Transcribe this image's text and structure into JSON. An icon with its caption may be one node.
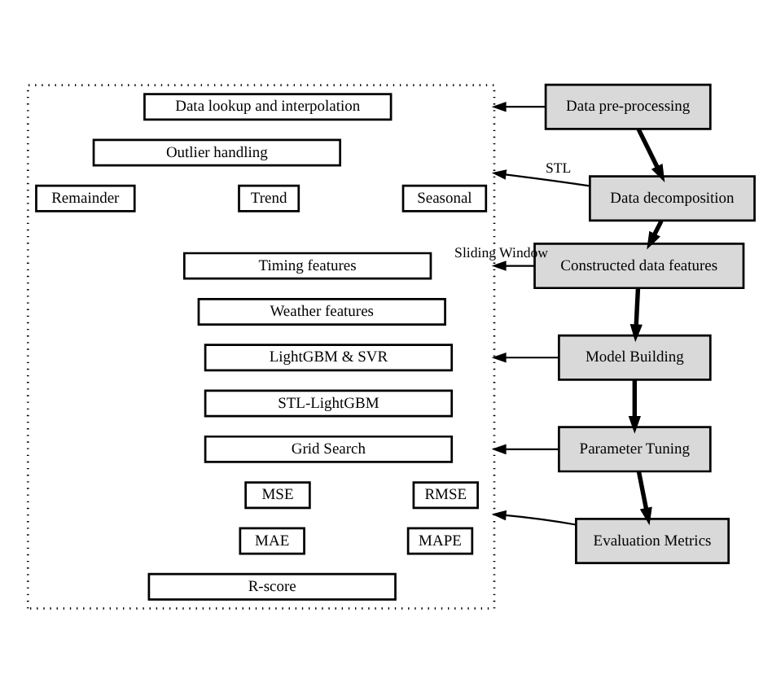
{
  "diagram": {
    "nodes": [
      {
        "text": [],
        "shape": "box"
      },
      {
        "text": [
          "Data pre-processing"
        ]
      },
      {
        "text": [
          "Data decomposition"
        ]
      },
      {
        "text": [
          "Constructed data features"
        ]
      },
      {
        "text": [
          "Model Building"
        ]
      },
      {
        "text": [
          "Parameter Tuning"
        ]
      },
      {
        "text": [
          "Evaluation Metrics"
        ]
      },
      {
        "text": [
          "Data lookup and interpolation"
        ],
        "in": 0
      },
      {
        "text": [
          "Outlier handling"
        ],
        "in": 0
      },
      {
        "text": [
          "Remainder"
        ],
        "in": 0
      },
      {
        "text": [
          "Trend"
        ],
        "in": 0
      },
      {
        "text": [
          "Seasonal"
        ],
        "in": 0
      },
      {
        "text": [
          "Timing features"
        ],
        "in": 0
      },
      {
        "text": [
          "Weather features"
        ],
        "in": 0
      },
      {
        "text": [
          "LightGBM & SVR"
        ],
        "in": 0
      },
      {
        "text": [
          "STL-LightGBM"
        ],
        "in": 0
      },
      {
        "text": [
          "Grid Search"
        ],
        "in": 0
      },
      {
        "text": [
          "MSE"
        ],
        "in": 0
      },
      {
        "text": [
          "RMSE"
        ],
        "in": 0
      },
      {
        "text": [
          "MAE"
        ],
        "in": 0
      },
      {
        "text": [
          "MAPE"
        ],
        "in": 0
      },
      {
        "text": [
          "R-score"
        ],
        "in": 0
      }
    ],
    "edges": [
      {
        "from": 1,
        "to": 2,
        "arrow": "to",
        "style": "thick"
      },
      {
        "from": 2,
        "to": 3,
        "arrow": "to",
        "style": "thick"
      },
      {
        "from": 3,
        "to": 4,
        "arrow": "to",
        "style": "thick"
      },
      {
        "from": 4,
        "to": 5,
        "arrow": "to",
        "style": "thick"
      },
      {
        "from": 5,
        "to": 6,
        "arrow": "to",
        "style": "thick"
      },
      {
        "from": 1,
        "to": 0,
        "arrow": "to"
      },
      {
        "from": 2,
        "to": 0,
        "arrow": "to",
        "label": "STL"
      },
      {
        "from": 3,
        "to": 0,
        "arrow": "to",
        "label": "Sliding Window"
      },
      {
        "from": 4,
        "to": 0,
        "arrow": "to"
      },
      {
        "from": 5,
        "to": 0,
        "arrow": "to"
      },
      {
        "from": 6,
        "to": 0,
        "arrow": "to"
      }
    ]
  }
}
